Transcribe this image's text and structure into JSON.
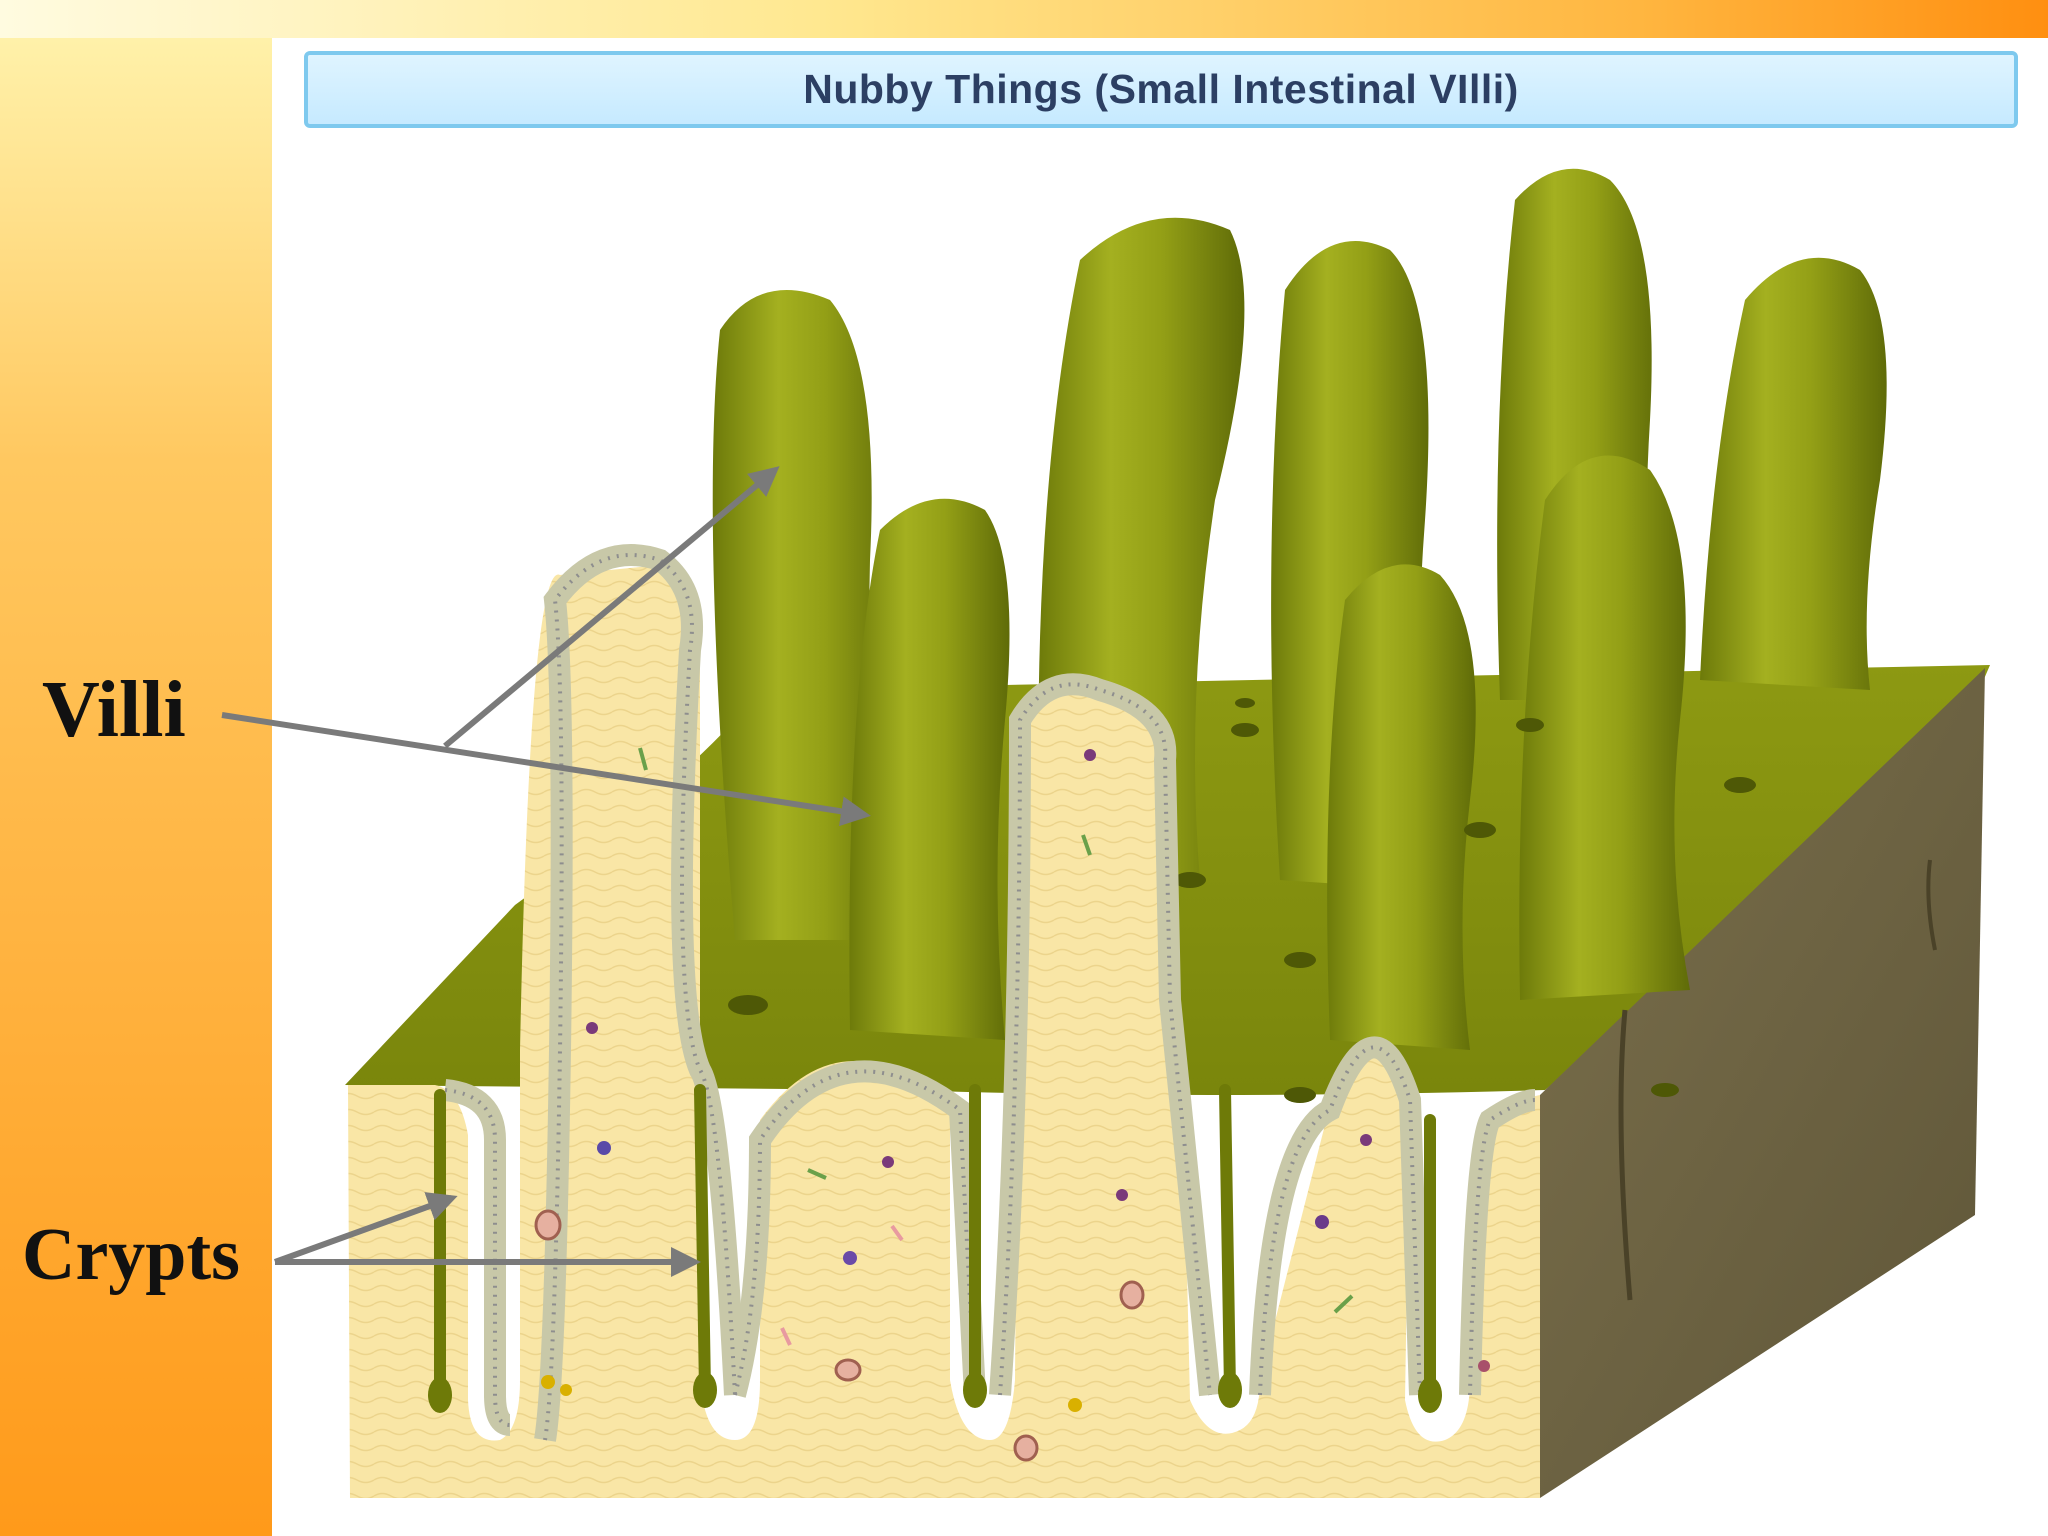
{
  "title": "Nubby Things (Small Intestinal VIlli)",
  "labels": {
    "villi": "Villi",
    "crypts": "Crypts"
  },
  "colors": {
    "villus_green": "#8c9a12",
    "villus_dark": "#5d6a08",
    "tissue_cream": "#f8e4a0",
    "side_brown": "#6f6444",
    "arrow_gray": "#7a7a7a",
    "title_border": "#7ec9ee",
    "title_text": "#2c3f63"
  }
}
